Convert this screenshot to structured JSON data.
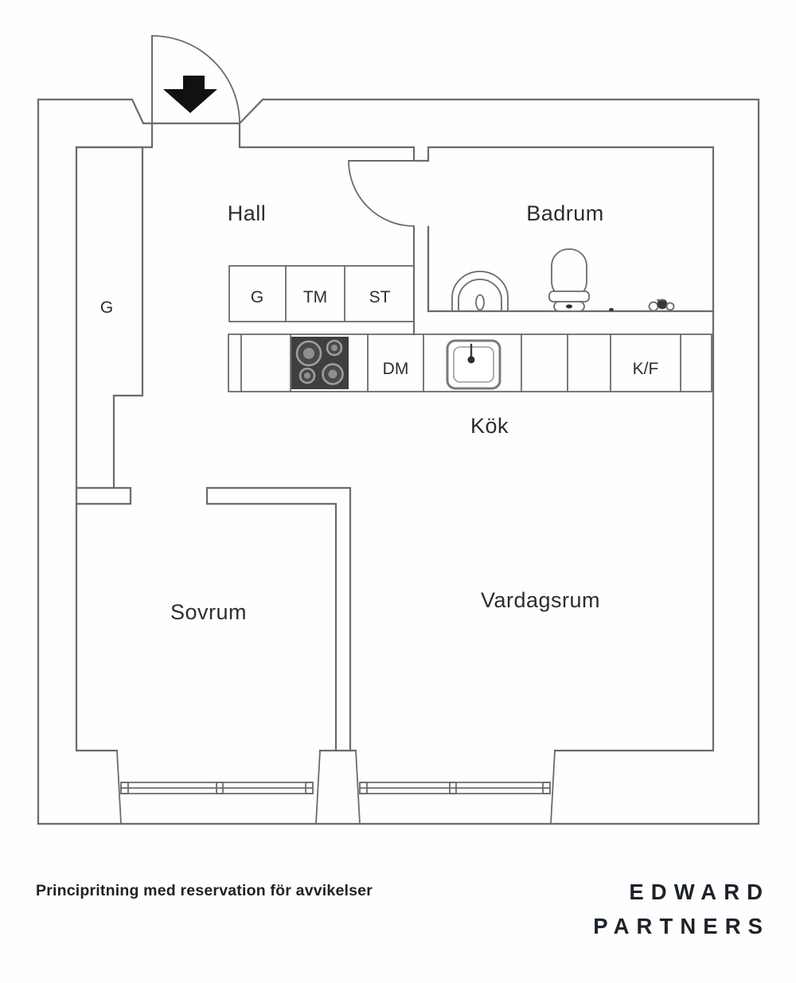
{
  "plan": {
    "rooms": {
      "hall": "Hall",
      "badrum": "Badrum",
      "kok": "Kök",
      "sovrum": "Sovrum",
      "vardagsrum": "Vardagsrum"
    },
    "storage": {
      "closet_left": "G",
      "closet_box": "G",
      "washer_box": "TM",
      "dryer_box": "ST"
    },
    "appliances": {
      "dishwasher": "DM",
      "fridge_freezer": "K/F"
    }
  },
  "footer": {
    "disclaimer": "Principritning med reservation för avvikelser",
    "brand_line1": "EDWARD",
    "brand_line2": "PARTNERS"
  },
  "colors": {
    "wall": "#6b6b6b",
    "label": "#2d2d2d",
    "cooktop": "#3f3f3f",
    "arrow": "#111111",
    "background": "#fefefe"
  }
}
